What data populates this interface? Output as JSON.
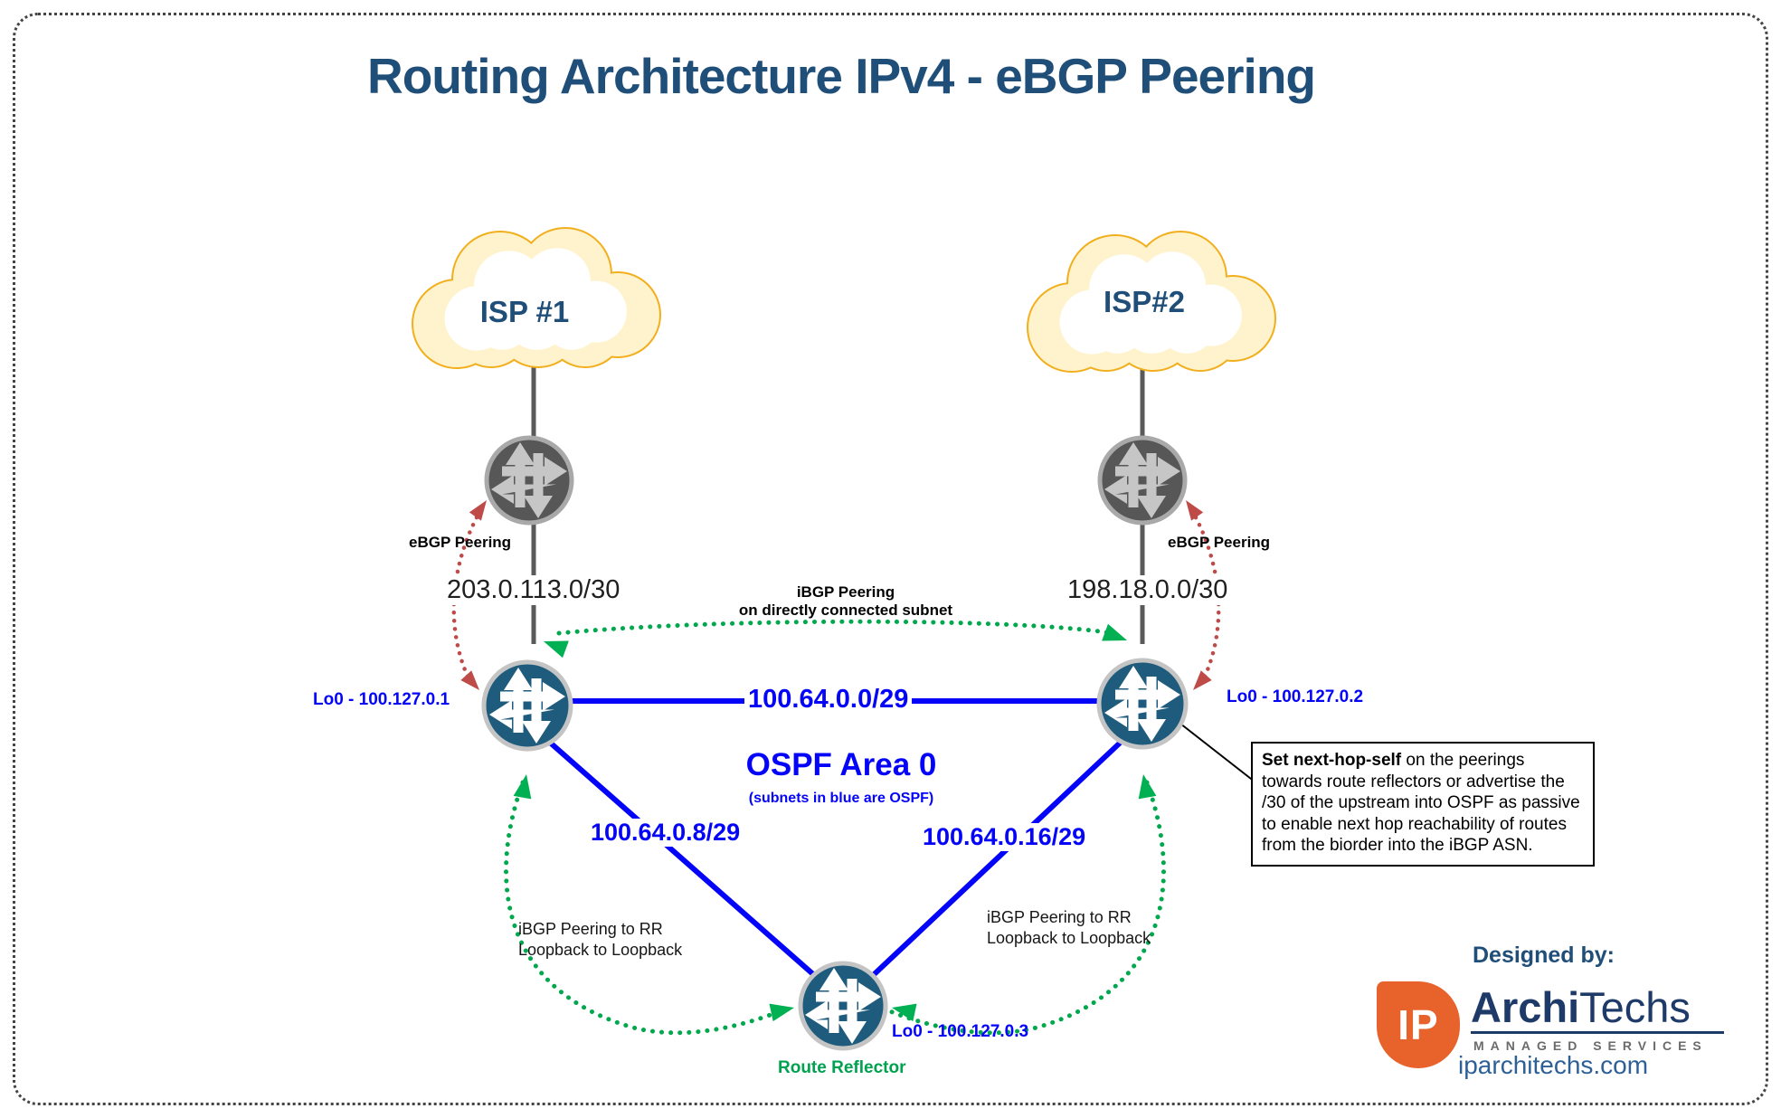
{
  "title": "Routing Architecture IPv4 - eBGP Peering",
  "colors": {
    "title_navy": "#1F4E79",
    "ospf_blue": "#0404F8",
    "ibgp_green": "#00A84D",
    "ebgp_red": "#BE4B48",
    "router_gray": "#575757",
    "router_blue": "#1E5B7C",
    "cloud_stroke": "#F2AF1D",
    "cloud_fill": "#FFF3CE",
    "logo_orange": "#E8622C"
  },
  "clouds": {
    "isp1": "ISP #1",
    "isp2": "ISP#2"
  },
  "labels": {
    "ebgp_left": "eBGP Peering",
    "ebgp_right": "eBGP Peering",
    "subnet_isp1": "203.0.113.0/30",
    "subnet_isp2": "198.18.0.0/30",
    "ibgp_top_line1": "iBGP Peering",
    "ibgp_top_line2": "on directly connected subnet",
    "subnet_core": "100.64.0.0/29",
    "ospf_area": "OSPF Area 0",
    "ospf_note": "(subnets in blue are OSPF)",
    "subnet_left_diag": "100.64.0.8/29",
    "subnet_right_diag": "100.64.0.16/29",
    "lo0_r1": "Lo0 - 100.127.0.1",
    "lo0_r2": "Lo0 - 100.127.0.2",
    "lo0_rr": "Lo0 - 100.127.0.3",
    "ibgp_rr_left_line1": "iBGP Peering to RR",
    "ibgp_rr_left_line2": "Loopback to Loopback",
    "ibgp_rr_right_line1": "iBGP Peering to RR",
    "ibgp_rr_right_line2": "Loopback to Loopback",
    "route_reflector": "Route Reflector"
  },
  "note": {
    "bold": "Set next-hop-self",
    "text": " on the peerings towards route reflectors or advertise the /30 of the upstream into OSPF as passive to enable next hop reachability of routes from the biorder into the iBGP ASN."
  },
  "footer": {
    "designed_by": "Designed by:",
    "logo_ip": "IP",
    "logo_archi": "Archi",
    "logo_techs": "Techs",
    "logo_sub": "MANAGED SERVICES",
    "website": "iparchitechs.com"
  }
}
